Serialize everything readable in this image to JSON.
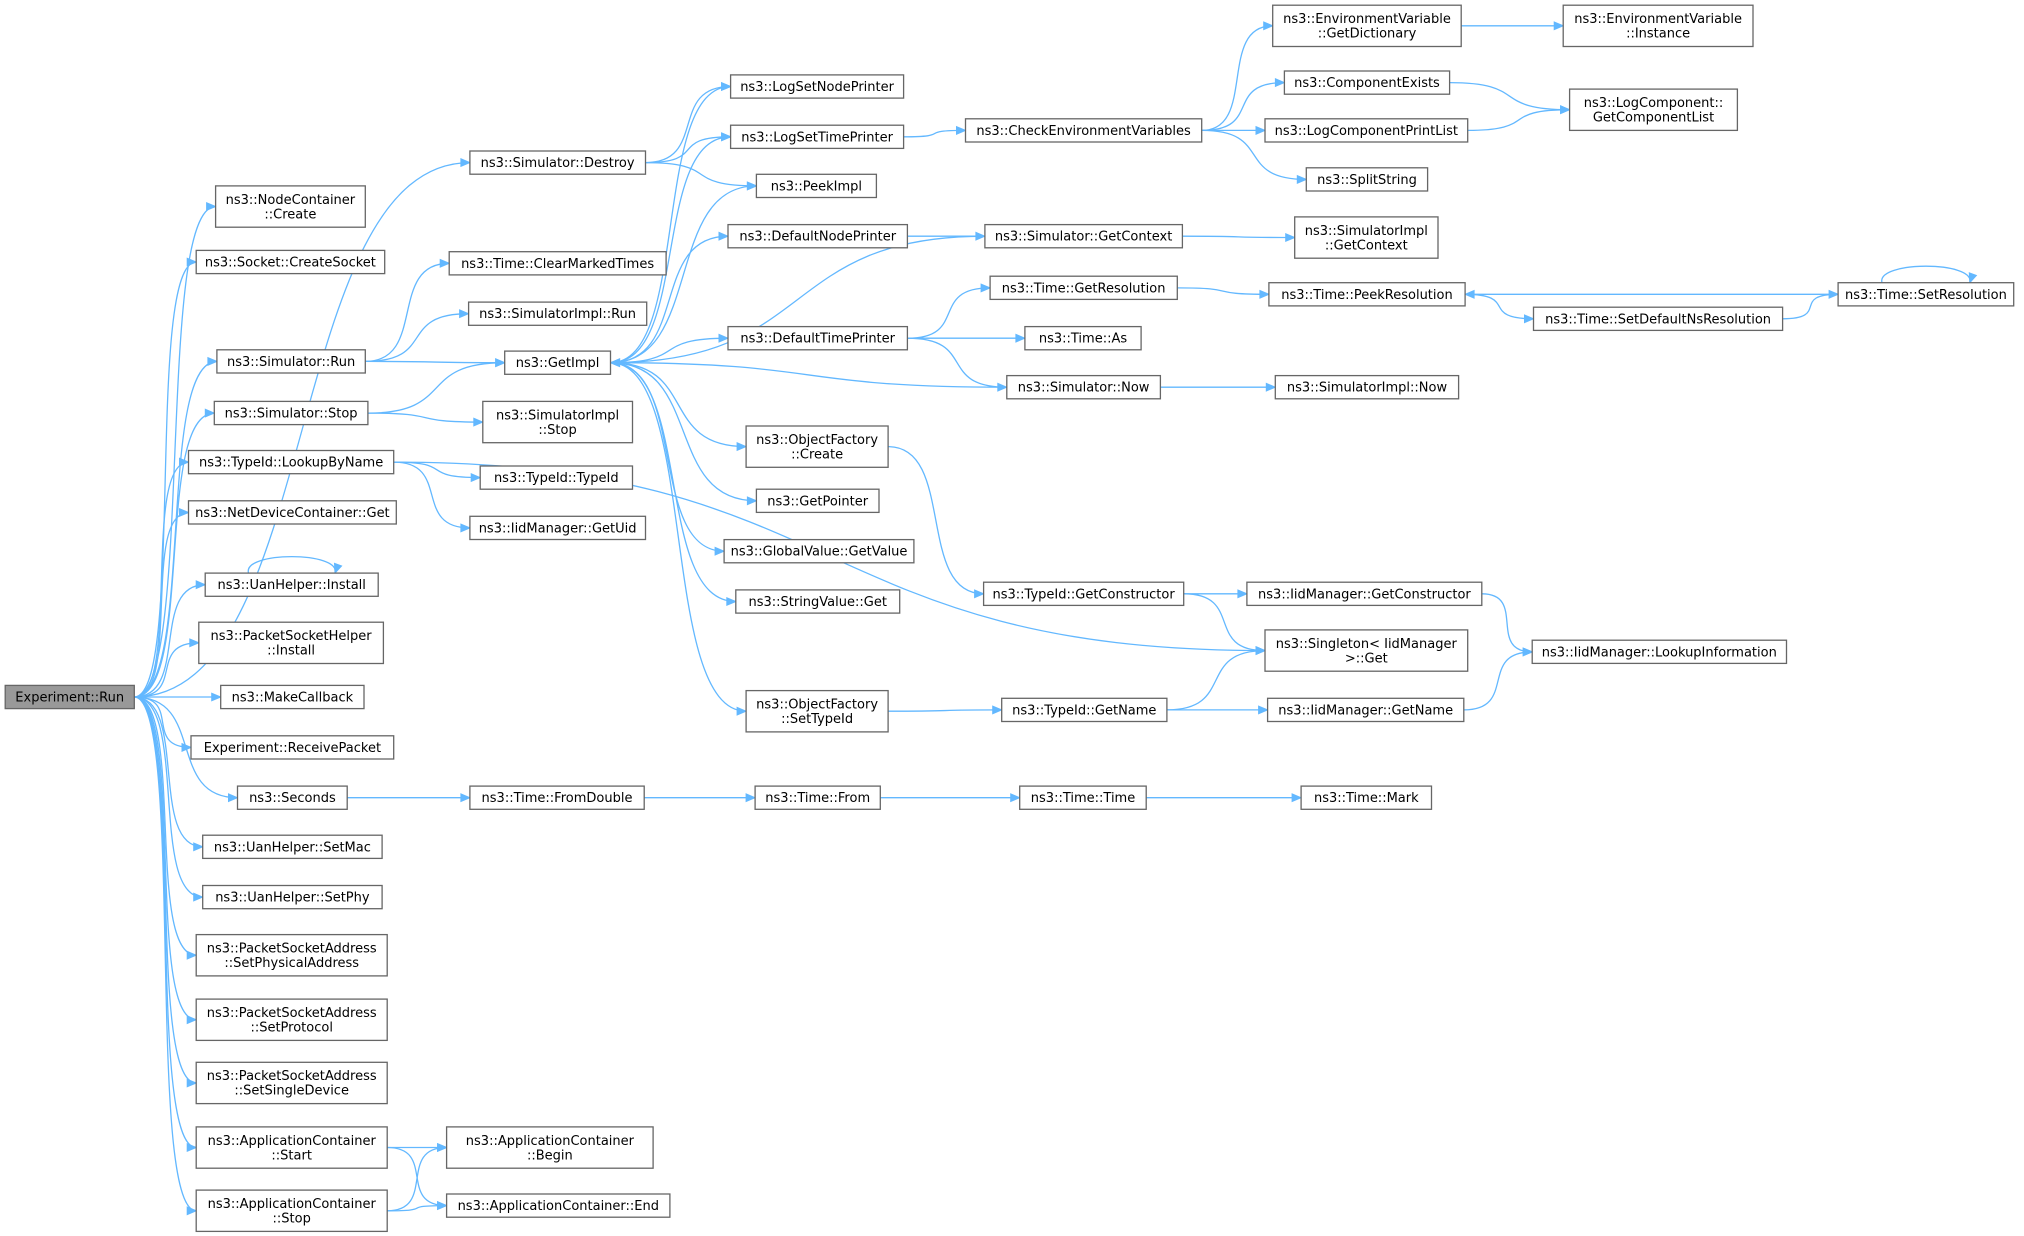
{
  "diagram": {
    "type": "call-graph",
    "nodes": [
      {
        "id": "run",
        "lines": [
          "Experiment::Run"
        ],
        "root": true
      },
      {
        "id": "nodecontainer_create",
        "lines": [
          "ns3::NodeContainer",
          "::Create"
        ]
      },
      {
        "id": "socket_createsocket",
        "lines": [
          "ns3::Socket::CreateSocket"
        ]
      },
      {
        "id": "simulator_run",
        "lines": [
          "ns3::Simulator::Run"
        ]
      },
      {
        "id": "simulator_stop",
        "lines": [
          "ns3::Simulator::Stop"
        ]
      },
      {
        "id": "typeid_lookupbyname",
        "lines": [
          "ns3::TypeId::LookupByName"
        ]
      },
      {
        "id": "netdevicecontainer_get",
        "lines": [
          "ns3::NetDeviceContainer::Get"
        ]
      },
      {
        "id": "uanhelper_install",
        "lines": [
          "ns3::UanHelper::Install"
        ]
      },
      {
        "id": "packetsockethelper_install",
        "lines": [
          "ns3::PacketSocketHelper",
          "::Install"
        ]
      },
      {
        "id": "makecallback",
        "lines": [
          "ns3::MakeCallback"
        ]
      },
      {
        "id": "receivepacket",
        "lines": [
          "Experiment::ReceivePacket"
        ]
      },
      {
        "id": "seconds",
        "lines": [
          "ns3::Seconds"
        ]
      },
      {
        "id": "uanhelper_setmac",
        "lines": [
          "ns3::UanHelper::SetMac"
        ]
      },
      {
        "id": "uanhelper_setphy",
        "lines": [
          "ns3::UanHelper::SetPhy"
        ]
      },
      {
        "id": "psa_setphysicaladdress",
        "lines": [
          "ns3::PacketSocketAddress",
          "::SetPhysicalAddress"
        ]
      },
      {
        "id": "psa_setprotocol",
        "lines": [
          "ns3::PacketSocketAddress",
          "::SetProtocol"
        ]
      },
      {
        "id": "psa_setsingledevice",
        "lines": [
          "ns3::PacketSocketAddress",
          "::SetSingleDevice"
        ]
      },
      {
        "id": "appcontainer_start",
        "lines": [
          "ns3::ApplicationContainer",
          "::Start"
        ]
      },
      {
        "id": "appcontainer_stop",
        "lines": [
          "ns3::ApplicationContainer",
          "::Stop"
        ]
      },
      {
        "id": "simulator_destroy",
        "lines": [
          "ns3::Simulator::Destroy"
        ]
      },
      {
        "id": "time_clearmarkedtimes",
        "lines": [
          "ns3::Time::ClearMarkedTimes"
        ]
      },
      {
        "id": "simulatorimpl_run",
        "lines": [
          "ns3::SimulatorImpl::Run"
        ]
      },
      {
        "id": "getimpl",
        "lines": [
          "ns3::GetImpl"
        ]
      },
      {
        "id": "simulatorimpl_stop",
        "lines": [
          "ns3::SimulatorImpl",
          "::Stop"
        ]
      },
      {
        "id": "typeid_typeid",
        "lines": [
          "ns3::TypeId::TypeId"
        ]
      },
      {
        "id": "iidmanager_getuid",
        "lines": [
          "ns3::IidManager::GetUid"
        ]
      },
      {
        "id": "time_fromdouble",
        "lines": [
          "ns3::Time::FromDouble"
        ]
      },
      {
        "id": "appcontainer_begin",
        "lines": [
          "ns3::ApplicationContainer",
          "::Begin"
        ]
      },
      {
        "id": "appcontainer_end",
        "lines": [
          "ns3::ApplicationContainer::End"
        ]
      },
      {
        "id": "logsetnodeprinter",
        "lines": [
          "ns3::LogSetNodePrinter"
        ]
      },
      {
        "id": "logsettimeprinter",
        "lines": [
          "ns3::LogSetTimePrinter"
        ]
      },
      {
        "id": "peekimpl",
        "lines": [
          "ns3::PeekImpl"
        ]
      },
      {
        "id": "defaultnodeprinter",
        "lines": [
          "ns3::DefaultNodePrinter"
        ]
      },
      {
        "id": "defaulttimeprinter",
        "lines": [
          "ns3::DefaultTimePrinter"
        ]
      },
      {
        "id": "objectfactory_create",
        "lines": [
          "ns3::ObjectFactory",
          "::Create"
        ]
      },
      {
        "id": "getpointer",
        "lines": [
          "ns3::GetPointer"
        ]
      },
      {
        "id": "globalvalue_getvalue",
        "lines": [
          "ns3::GlobalValue::GetValue"
        ]
      },
      {
        "id": "stringvalue_get",
        "lines": [
          "ns3::StringValue::Get"
        ]
      },
      {
        "id": "objectfactory_settypeid",
        "lines": [
          "ns3::ObjectFactory",
          "::SetTypeId"
        ]
      },
      {
        "id": "time_from",
        "lines": [
          "ns3::Time::From"
        ]
      },
      {
        "id": "checkenvironmentvariables",
        "lines": [
          "ns3::CheckEnvironmentVariables"
        ]
      },
      {
        "id": "simulator_getcontext",
        "lines": [
          "ns3::Simulator::GetContext"
        ]
      },
      {
        "id": "time_getresolution",
        "lines": [
          "ns3::Time::GetResolution"
        ]
      },
      {
        "id": "time_as",
        "lines": [
          "ns3::Time::As"
        ]
      },
      {
        "id": "simulator_now",
        "lines": [
          "ns3::Simulator::Now"
        ]
      },
      {
        "id": "typeid_getconstructor",
        "lines": [
          "ns3::TypeId::GetConstructor"
        ]
      },
      {
        "id": "typeid_getname",
        "lines": [
          "ns3::TypeId::GetName"
        ]
      },
      {
        "id": "time_time",
        "lines": [
          "ns3::Time::Time"
        ]
      },
      {
        "id": "envvar_getdictionary",
        "lines": [
          "ns3::EnvironmentVariable",
          "::GetDictionary"
        ]
      },
      {
        "id": "componentexists",
        "lines": [
          "ns3::ComponentExists"
        ]
      },
      {
        "id": "logcomponentprintlist",
        "lines": [
          "ns3::LogComponentPrintList"
        ]
      },
      {
        "id": "splitstring",
        "lines": [
          "ns3::SplitString"
        ]
      },
      {
        "id": "simulatorimpl_getcontext",
        "lines": [
          "ns3::SimulatorImpl",
          "::GetContext"
        ]
      },
      {
        "id": "time_peekresolution",
        "lines": [
          "ns3::Time::PeekResolution"
        ]
      },
      {
        "id": "simulatorimpl_now",
        "lines": [
          "ns3::SimulatorImpl::Now"
        ]
      },
      {
        "id": "iidmanager_getconstructor",
        "lines": [
          "ns3::IidManager::GetConstructor"
        ]
      },
      {
        "id": "singleton_get",
        "lines": [
          "ns3::Singleton< IidManager",
          " >::Get"
        ]
      },
      {
        "id": "iidmanager_getname",
        "lines": [
          "ns3::IidManager::GetName"
        ]
      },
      {
        "id": "time_mark",
        "lines": [
          "ns3::Time::Mark"
        ]
      },
      {
        "id": "envvar_instance",
        "lines": [
          "ns3::EnvironmentVariable",
          "::Instance"
        ]
      },
      {
        "id": "logcomponent_getcomponentlist",
        "lines": [
          "ns3::LogComponent::",
          "GetComponentList"
        ]
      },
      {
        "id": "time_setdefaultnsresolution",
        "lines": [
          "ns3::Time::SetDefaultNsResolution"
        ]
      },
      {
        "id": "iidmanager_lookupinformation",
        "lines": [
          "ns3::IidManager::LookupInformation"
        ]
      },
      {
        "id": "time_setresolution",
        "lines": [
          "ns3::Time::SetResolution"
        ]
      }
    ],
    "edges": [
      [
        "run",
        "nodecontainer_create"
      ],
      [
        "run",
        "socket_createsocket"
      ],
      [
        "run",
        "simulator_destroy"
      ],
      [
        "run",
        "simulator_run"
      ],
      [
        "run",
        "simulator_stop"
      ],
      [
        "run",
        "typeid_lookupbyname"
      ],
      [
        "run",
        "netdevicecontainer_get"
      ],
      [
        "run",
        "uanhelper_install"
      ],
      [
        "run",
        "packetsockethelper_install"
      ],
      [
        "run",
        "makecallback"
      ],
      [
        "run",
        "receivepacket"
      ],
      [
        "run",
        "seconds"
      ],
      [
        "run",
        "uanhelper_setmac"
      ],
      [
        "run",
        "uanhelper_setphy"
      ],
      [
        "run",
        "psa_setphysicaladdress"
      ],
      [
        "run",
        "psa_setprotocol"
      ],
      [
        "run",
        "psa_setsingledevice"
      ],
      [
        "run",
        "appcontainer_start"
      ],
      [
        "run",
        "appcontainer_stop"
      ],
      [
        "simulator_destroy",
        "logsetnodeprinter"
      ],
      [
        "simulator_destroy",
        "logsettimeprinter"
      ],
      [
        "simulator_destroy",
        "peekimpl"
      ],
      [
        "simulator_run",
        "time_clearmarkedtimes"
      ],
      [
        "simulator_run",
        "simulatorimpl_run"
      ],
      [
        "simulator_run",
        "getimpl"
      ],
      [
        "simulator_stop",
        "getimpl"
      ],
      [
        "simulator_stop",
        "simulatorimpl_stop"
      ],
      [
        "typeid_lookupbyname",
        "typeid_typeid"
      ],
      [
        "typeid_lookupbyname",
        "iidmanager_getuid"
      ],
      [
        "typeid_lookupbyname",
        "singleton_get"
      ],
      [
        "uanhelper_install",
        "uanhelper_install"
      ],
      [
        "seconds",
        "time_fromdouble"
      ],
      [
        "appcontainer_start",
        "appcontainer_begin"
      ],
      [
        "appcontainer_start",
        "appcontainer_end"
      ],
      [
        "appcontainer_stop",
        "appcontainer_begin"
      ],
      [
        "appcontainer_stop",
        "appcontainer_end"
      ],
      [
        "getimpl",
        "logsetnodeprinter"
      ],
      [
        "getimpl",
        "logsettimeprinter"
      ],
      [
        "getimpl",
        "peekimpl"
      ],
      [
        "getimpl",
        "defaultnodeprinter"
      ],
      [
        "getimpl",
        "defaulttimeprinter"
      ],
      [
        "getimpl",
        "objectfactory_create"
      ],
      [
        "getimpl",
        "getpointer"
      ],
      [
        "getimpl",
        "globalvalue_getvalue"
      ],
      [
        "getimpl",
        "stringvalue_get"
      ],
      [
        "getimpl",
        "objectfactory_settypeid"
      ],
      [
        "simulator_getcontext",
        "getimpl"
      ],
      [
        "simulator_now",
        "getimpl"
      ],
      [
        "logsettimeprinter",
        "checkenvironmentvariables"
      ],
      [
        "defaultnodeprinter",
        "simulator_getcontext"
      ],
      [
        "defaulttimeprinter",
        "time_getresolution"
      ],
      [
        "defaulttimeprinter",
        "time_as"
      ],
      [
        "defaulttimeprinter",
        "simulator_now"
      ],
      [
        "objectfactory_create",
        "typeid_getconstructor"
      ],
      [
        "objectfactory_settypeid",
        "typeid_getname"
      ],
      [
        "time_fromdouble",
        "time_from"
      ],
      [
        "time_from",
        "time_time"
      ],
      [
        "time_time",
        "time_mark"
      ],
      [
        "checkenvironmentvariables",
        "envvar_getdictionary"
      ],
      [
        "checkenvironmentvariables",
        "componentexists"
      ],
      [
        "checkenvironmentvariables",
        "logcomponentprintlist"
      ],
      [
        "checkenvironmentvariables",
        "splitstring"
      ],
      [
        "simulator_getcontext",
        "simulatorimpl_getcontext"
      ],
      [
        "time_getresolution",
        "time_peekresolution"
      ],
      [
        "simulator_now",
        "simulatorimpl_now"
      ],
      [
        "typeid_getconstructor",
        "iidmanager_getconstructor"
      ],
      [
        "typeid_getconstructor",
        "singleton_get"
      ],
      [
        "typeid_getname",
        "singleton_get"
      ],
      [
        "typeid_getname",
        "iidmanager_getname"
      ],
      [
        "envvar_getdictionary",
        "envvar_instance"
      ],
      [
        "componentexists",
        "logcomponent_getcomponentlist"
      ],
      [
        "logcomponentprintlist",
        "logcomponent_getcomponentlist"
      ],
      [
        "time_peekresolution",
        "time_setdefaultnsresolution"
      ],
      [
        "iidmanager_getconstructor",
        "iidmanager_lookupinformation"
      ],
      [
        "iidmanager_getname",
        "iidmanager_lookupinformation"
      ],
      [
        "time_setdefaultnsresolution",
        "time_setresolution"
      ],
      [
        "time_setresolution",
        "time_peekresolution"
      ],
      [
        "time_setresolution",
        "time_setresolution"
      ]
    ]
  }
}
